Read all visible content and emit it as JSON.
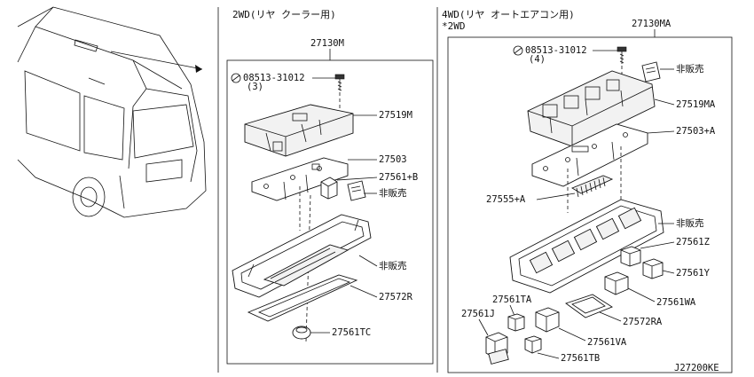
{
  "sections": {
    "mid_header": "2WD(リヤ クーラー用)",
    "right_header_1": "4WD(リヤ オートエアコン用)",
    "right_header_2": "*2WD"
  },
  "middle": {
    "assembly": "27130M",
    "screw": "08513-31012",
    "screw_qty": "(3)",
    "p1": "27519M",
    "p2": "27503",
    "p3": "27561+B",
    "p4": "非販売",
    "p5": "非販売",
    "p6": "27572R",
    "p7": "27561TC"
  },
  "right": {
    "assembly": "27130MA",
    "screw": "08513-31012",
    "screw_qty": "(4)",
    "p1": "非販売",
    "p2": "27519MA",
    "p3": "27503+A",
    "p4": "27555+A",
    "p5": "非販売",
    "p6": "27561Z",
    "p7": "27561Y",
    "p8": "27561WA",
    "p9": "27561TA",
    "p10": "27561J",
    "p11": "27572RA",
    "p12": "27561VA",
    "p13": "27561TB"
  },
  "diagram_code": "J27200KE"
}
